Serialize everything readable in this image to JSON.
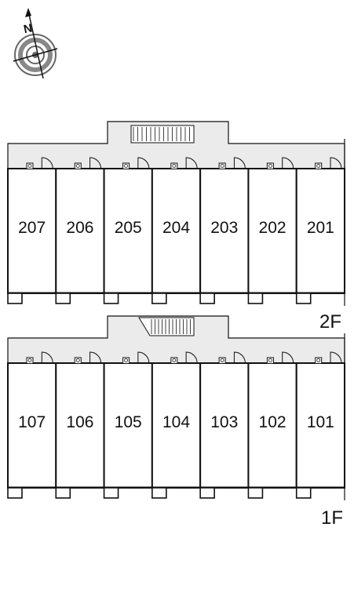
{
  "compass": {
    "north_label": "N",
    "icon": "compass-rose-icon"
  },
  "floors": [
    {
      "label": "2F",
      "units": [
        "207",
        "206",
        "205",
        "204",
        "203",
        "202",
        "201"
      ]
    },
    {
      "label": "1F",
      "units": [
        "107",
        "106",
        "105",
        "104",
        "103",
        "102",
        "101"
      ]
    }
  ],
  "colors": {
    "corridor": "#ebebeb",
    "line": "#111111",
    "background": "#ffffff"
  }
}
